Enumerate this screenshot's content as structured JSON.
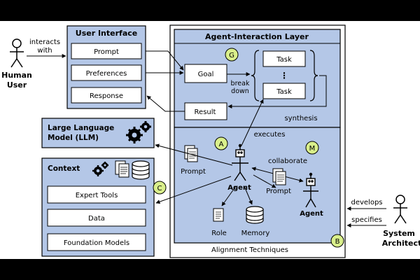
{
  "actors": {
    "human_user": {
      "line1": "Human",
      "line2": "User"
    },
    "system_architect": {
      "line1": "System",
      "line2": "Architect"
    }
  },
  "arrows": {
    "interacts_with": {
      "line1": "interacts",
      "line2": "with"
    },
    "break_down": {
      "line1": "break",
      "line2": "down"
    },
    "synthesis": "synthesis",
    "executes": "executes",
    "collaborate": "collaborate",
    "develops": "develops",
    "specifies": "specifies"
  },
  "user_interface": {
    "title": "User Interface",
    "items": [
      "Prompt",
      "Preferences",
      "Response"
    ]
  },
  "llm": {
    "line1": "Large Language",
    "line2": "Model (LLM)"
  },
  "context": {
    "title": "Context",
    "items": [
      "Expert Tools",
      "Data",
      "Foundation Models"
    ]
  },
  "agent_layer": {
    "title": "Agent-Interaction Layer",
    "goal": "Goal",
    "result": "Result",
    "task1": "Task",
    "task2": "Task",
    "ellipsis": "⋮"
  },
  "agents": {
    "agent1": "Agent",
    "agent2": "Agent",
    "prompt1": "Prompt",
    "prompt2": "Prompt",
    "role": "Role",
    "memory": "Memory"
  },
  "footer": "Alignment Techniques",
  "badges": {
    "a": "A",
    "b": "B",
    "c": "C",
    "g": "G",
    "m": "M"
  },
  "colors": {
    "panel": "#b4c7e7",
    "badge": "#d9ef8b",
    "outer": "#ffffff"
  }
}
